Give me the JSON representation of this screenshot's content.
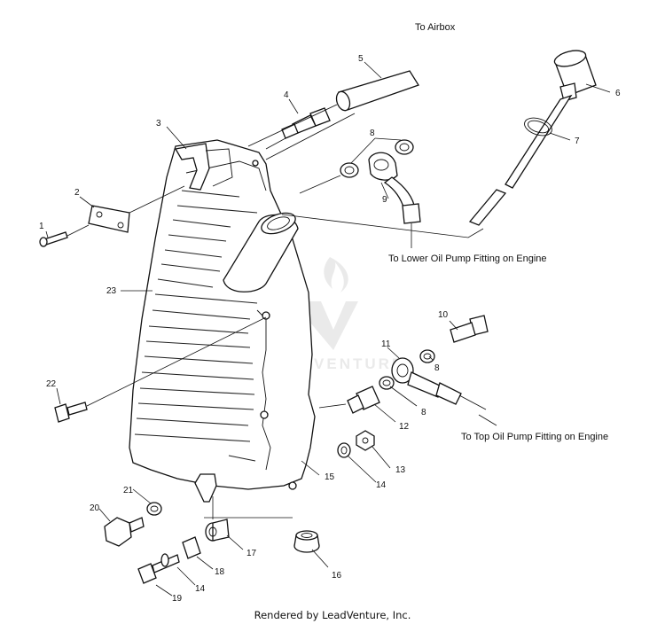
{
  "diagram": {
    "notes": {
      "to_airbox": "To Airbox",
      "to_lower_oil_pump": "To Lower Oil Pump Fitting on Engine",
      "to_top_oil_pump": "To Top Oil Pump Fitting on Engine"
    },
    "callouts": [
      "1",
      "2",
      "3",
      "4",
      "5",
      "6",
      "7",
      "8",
      "9",
      "10",
      "11",
      "8",
      "8",
      "12",
      "13",
      "14",
      "15",
      "16",
      "17",
      "18",
      "14",
      "19",
      "20",
      "21",
      "22",
      "23"
    ],
    "watermark": "LEADVENTURE",
    "footer": "Rendered by LeadVenture, Inc."
  }
}
